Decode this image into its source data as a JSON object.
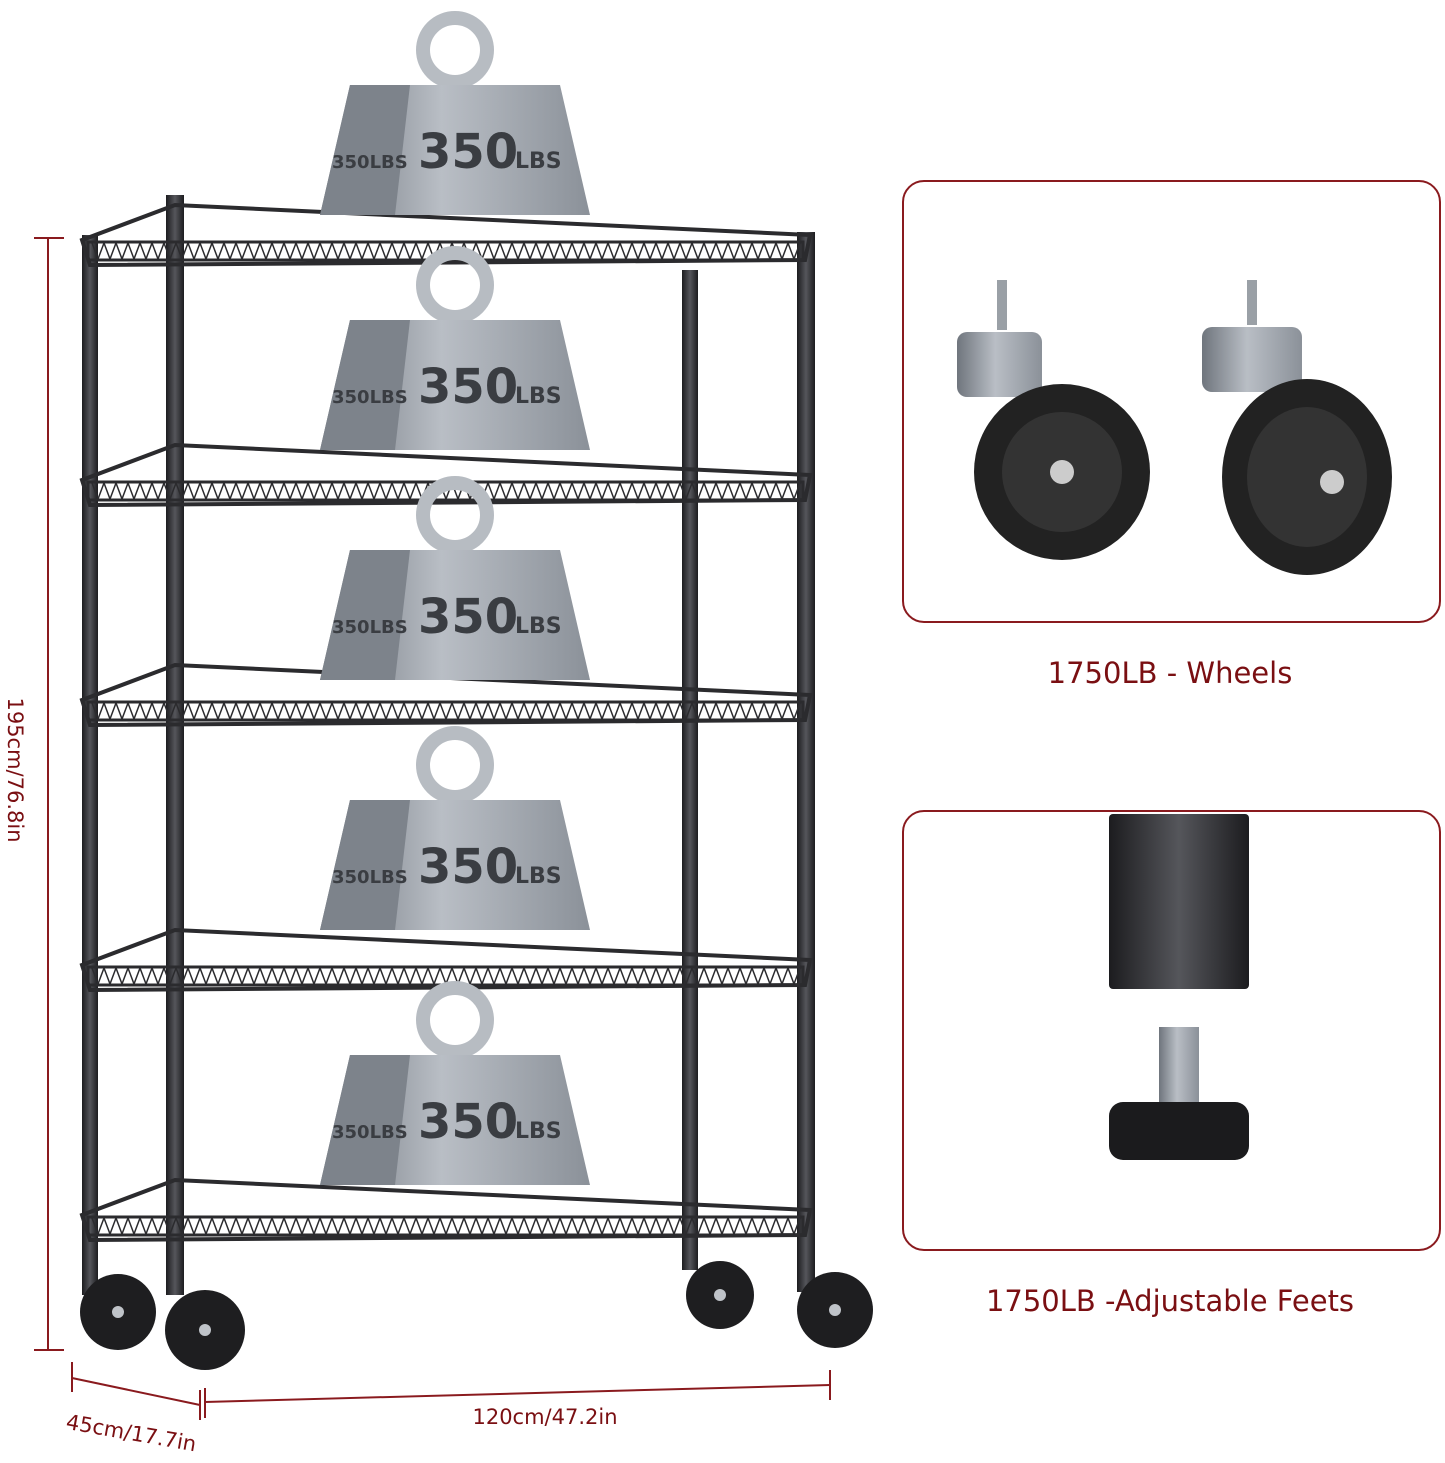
{
  "weights": [
    {
      "main": "350",
      "unit": "LBS",
      "side": "350LBS"
    },
    {
      "main": "350",
      "unit": "LBS",
      "side": "350LBS"
    },
    {
      "main": "350",
      "unit": "LBS",
      "side": "350LBS"
    },
    {
      "main": "350",
      "unit": "LBS",
      "side": "350LBS"
    },
    {
      "main": "350",
      "unit": "LBS",
      "side": "350LBS"
    }
  ],
  "dimensions": {
    "height": "195cm/76.8in",
    "depth": "45cm/17.7in",
    "width": "120cm/47.2in"
  },
  "panels": [
    {
      "caption": "1750LB - Wheels",
      "icon": "caster-wheels"
    },
    {
      "caption": "1750LB -Adjustable Feets",
      "icon": "leveling-foot"
    }
  ],
  "colors": {
    "accent": "#7a0f12",
    "rack": "#2b2b2e",
    "weight": "#9aa0a8"
  }
}
